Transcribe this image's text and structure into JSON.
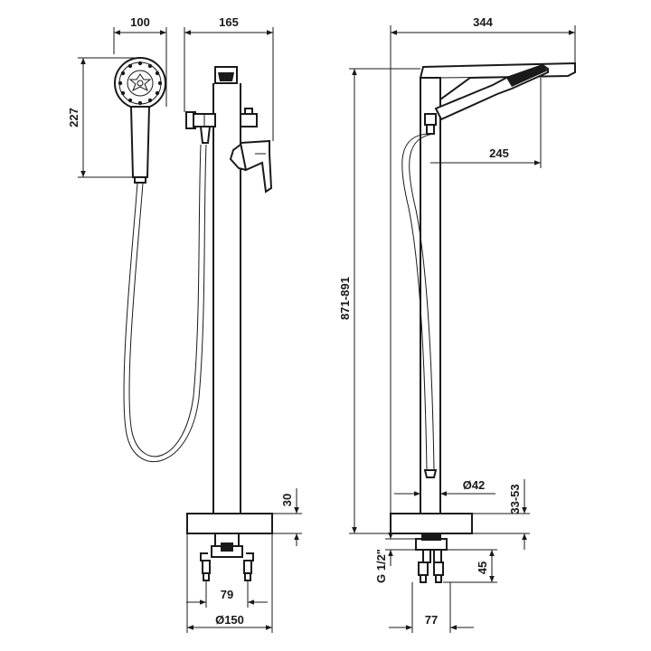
{
  "dimensions": {
    "handshower_width": "100",
    "head_offset": "165",
    "overall_projection": "344",
    "handshower_height": "227",
    "spout_reach": "245",
    "total_height": "871-891",
    "column_diameter": "Ø42",
    "base_height": "30",
    "base_height_range": "33-53",
    "thread_size": "G 1/2\"",
    "connector_height": "45",
    "leg_spacing_front": "79",
    "leg_spacing_side": "77",
    "base_diameter": "Ø150"
  }
}
